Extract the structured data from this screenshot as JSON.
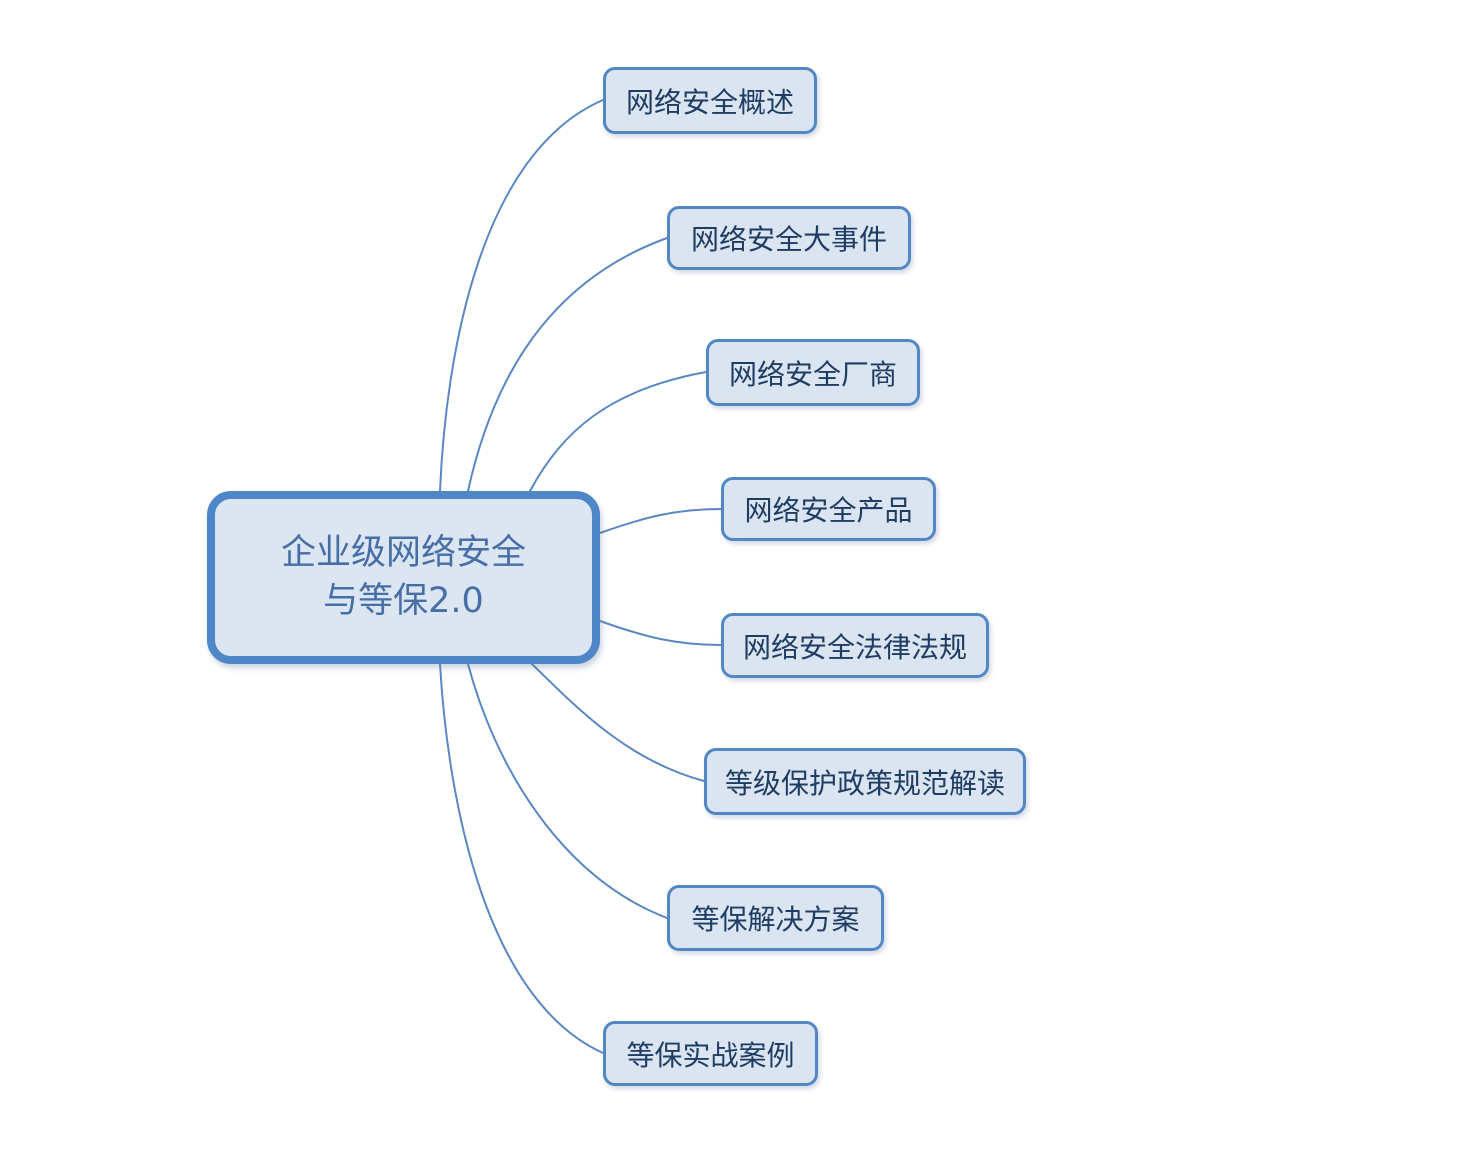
{
  "mindmap": {
    "root": {
      "label": "企业级网络安全与等保2.0",
      "line1": "企业级网络安全",
      "line2": "与等保2.0"
    },
    "branches": [
      {
        "label": "网络安全概述"
      },
      {
        "label": "网络安全大事件"
      },
      {
        "label": "网络安全厂商"
      },
      {
        "label": "网络安全产品"
      },
      {
        "label": "网络安全法律法规"
      },
      {
        "label": "等级保护政策规范解读"
      },
      {
        "label": "等保解决方案"
      },
      {
        "label": "等保实战案例"
      }
    ],
    "colors": {
      "root_border": "#4e86c8",
      "root_fill": "#dce6f2",
      "root_text": "#476ea5",
      "branch_border": "#5387c4",
      "branch_fill": "#dbe5f1",
      "branch_text": "#1f3c63",
      "connector": "#5b88c2"
    }
  }
}
